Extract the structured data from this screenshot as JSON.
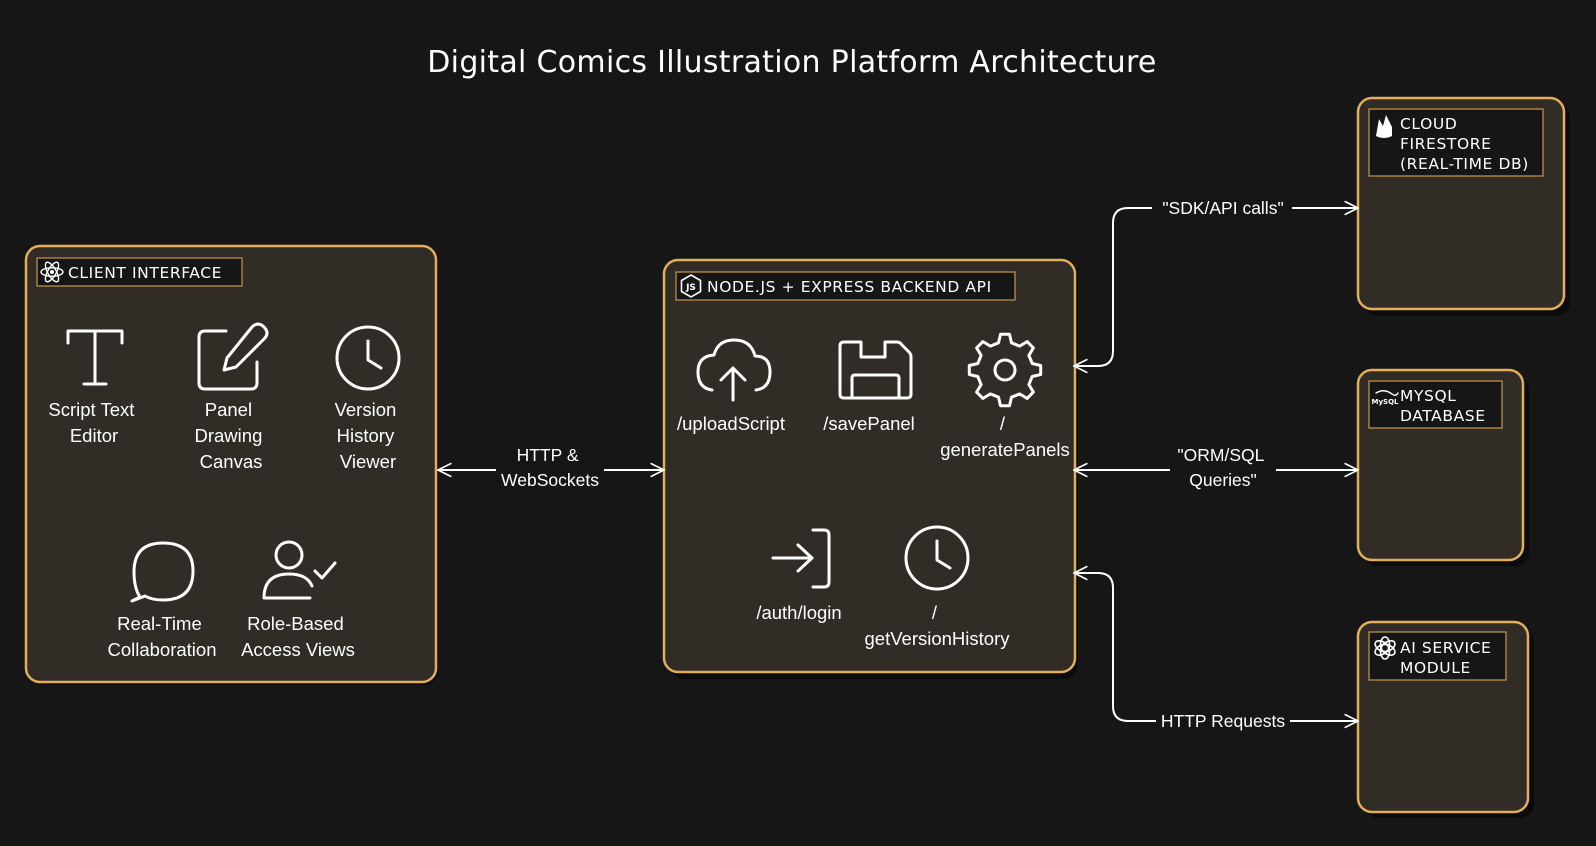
{
  "title": "Digital Comics Illustration Platform Architecture",
  "groups": {
    "client": {
      "label": "CLIENT INTERFACE",
      "icon": "react-atom-icon",
      "items": [
        {
          "icon": "text-t-icon",
          "lines": [
            "Script Text",
            "Editor"
          ]
        },
        {
          "icon": "pencil-square-icon",
          "lines": [
            "Panel",
            "Drawing",
            "Canvas"
          ]
        },
        {
          "icon": "clock-icon",
          "lines": [
            "Version",
            "History",
            "Viewer"
          ]
        },
        {
          "icon": "chat-bubble-icon",
          "lines": [
            "Real-Time",
            "Collaboration"
          ]
        },
        {
          "icon": "user-check-icon",
          "lines": [
            "Role-Based",
            "Access Views"
          ]
        }
      ]
    },
    "backend": {
      "label": "NODE.JS + EXPRESS BACKEND API",
      "icon": "nodejs-hex-icon",
      "items": [
        {
          "icon": "cloud-upload-icon",
          "lines": [
            "/uploadScript"
          ]
        },
        {
          "icon": "floppy-disk-icon",
          "lines": [
            "/savePanel"
          ]
        },
        {
          "icon": "gear-icon",
          "lines": [
            "/",
            "generatePanels"
          ]
        },
        {
          "icon": "login-arrow-icon",
          "lines": [
            "/auth/login"
          ]
        },
        {
          "icon": "clock-icon",
          "lines": [
            "/",
            "getVersionHistory"
          ]
        }
      ]
    },
    "firestore": {
      "label_lines": [
        "CLOUD",
        "FIRESTORE",
        "(REAL-TIME DB)"
      ],
      "icon": "firebase-flame-icon"
    },
    "mysql": {
      "label_lines": [
        "MYSQL",
        "DATABASE"
      ],
      "icon": "mysql-dolphin-icon",
      "icon_text": "MySQL"
    },
    "ai": {
      "label_lines": [
        "AI SERVICE",
        "MODULE"
      ],
      "icon": "openai-knot-icon"
    }
  },
  "edges": {
    "client_backend": [
      "HTTP &",
      "WebSockets"
    ],
    "backend_firestore": [
      "\"SDK/API calls\""
    ],
    "backend_mysql": [
      "\"ORM/SQL",
      "Queries\""
    ],
    "backend_ai": [
      "HTTP Requests"
    ]
  },
  "colors": {
    "background": "#161616",
    "box_fill": "#312d26",
    "box_stroke": "#e4ad59",
    "text": "#ffffff"
  }
}
